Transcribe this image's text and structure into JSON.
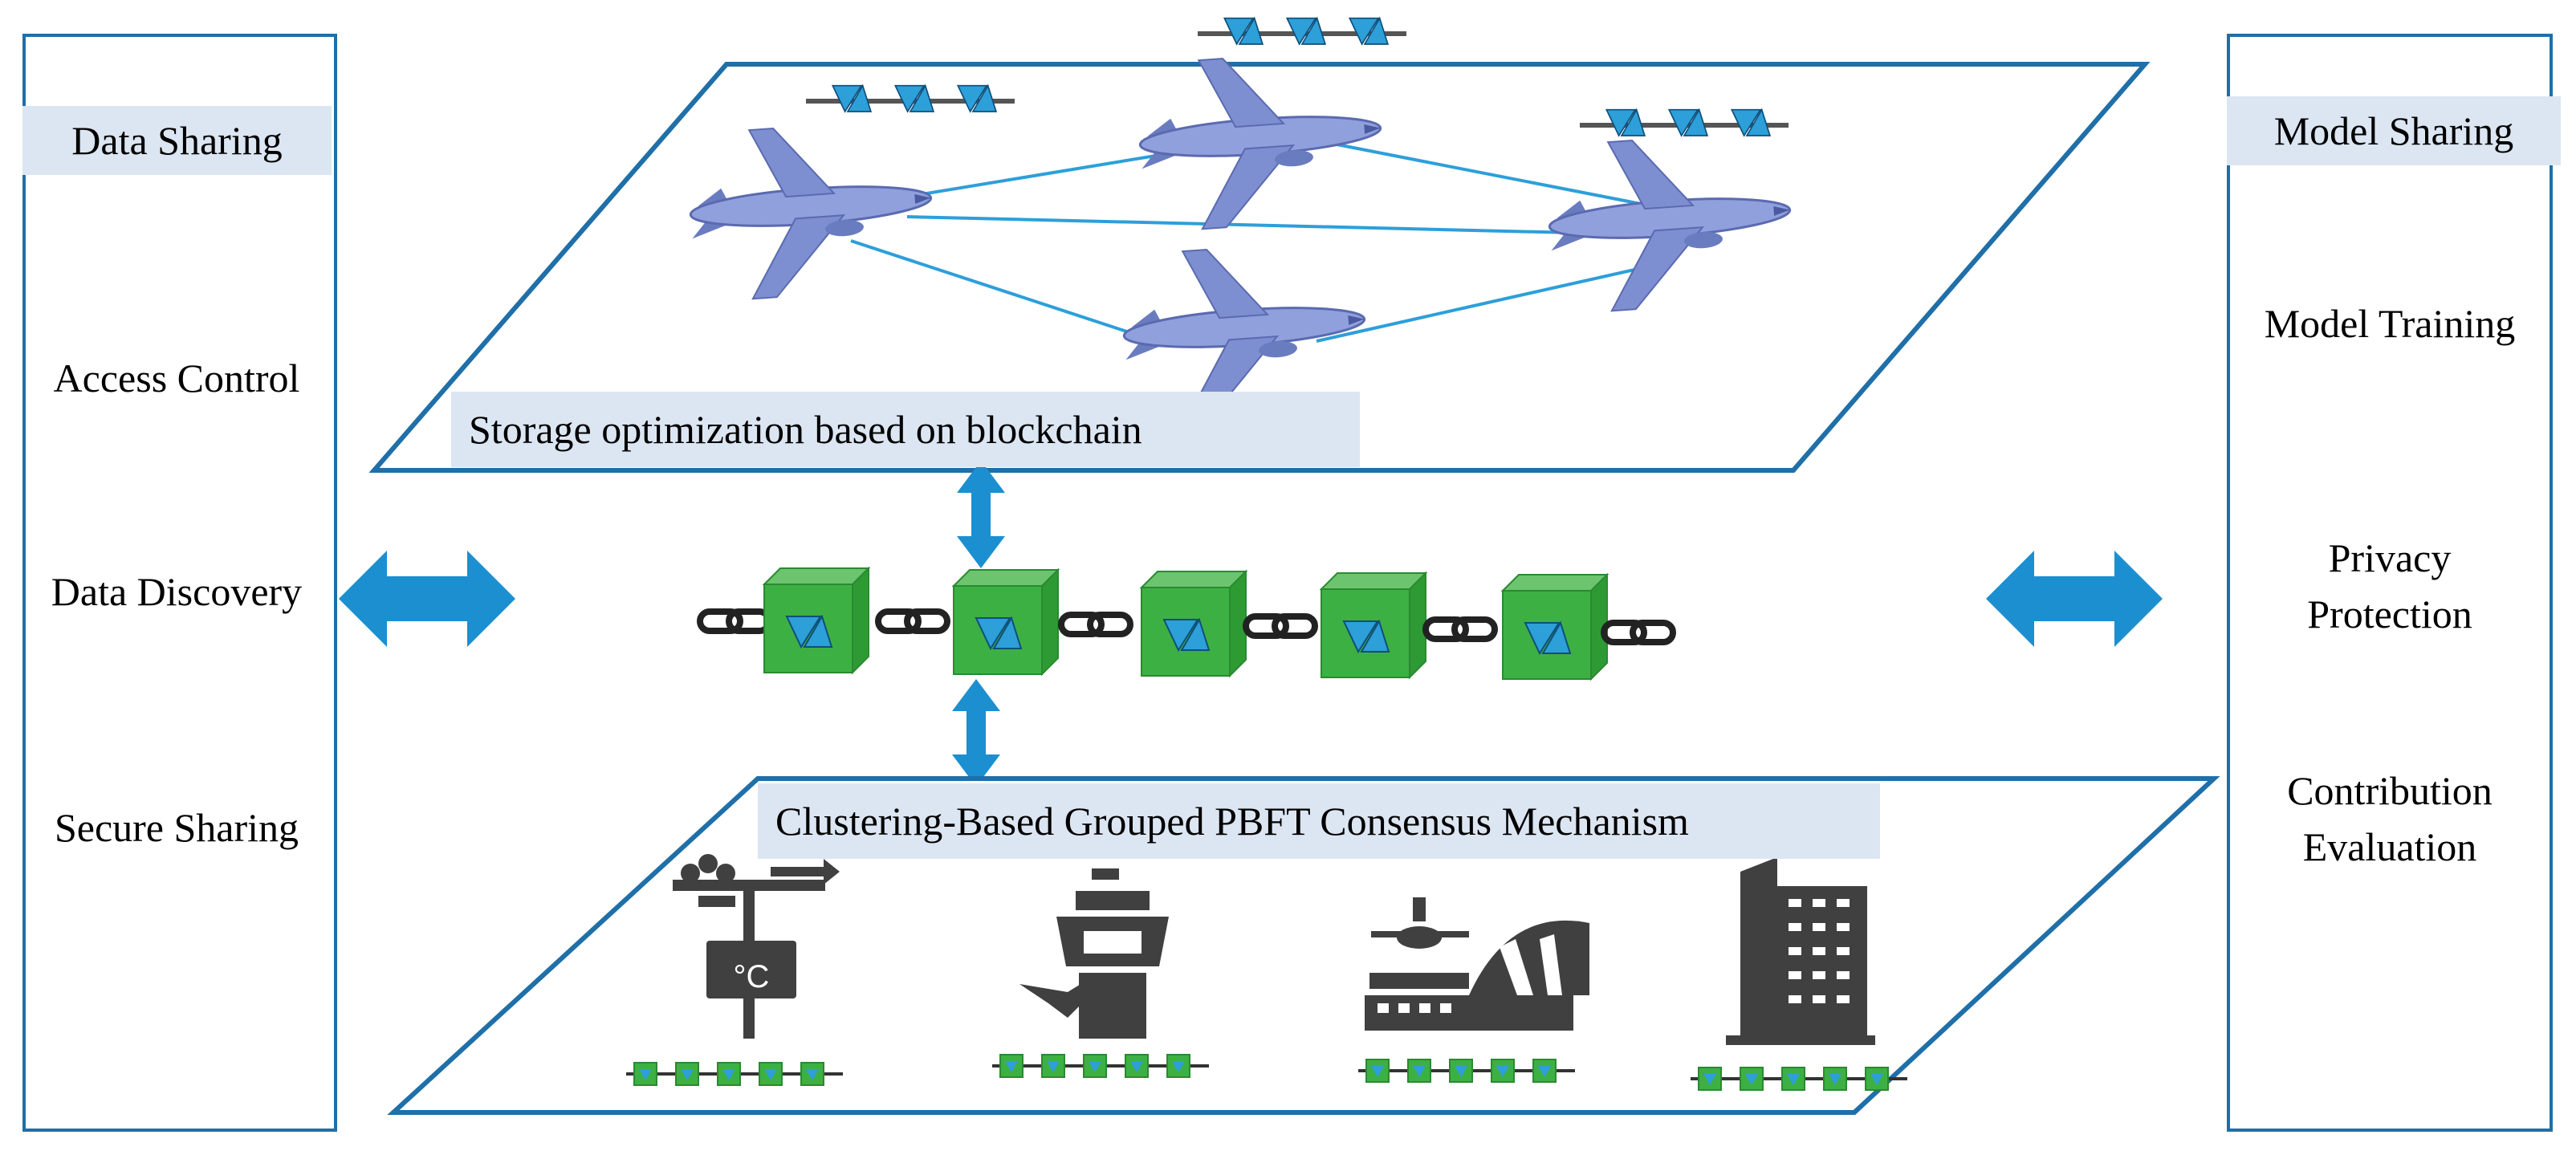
{
  "left_panel": {
    "title": "Data Sharing",
    "items": [
      "Access Control",
      "Data Discovery",
      "Secure Sharing"
    ]
  },
  "right_panel": {
    "title": "Model Sharing",
    "items": [
      "Model Training",
      "Privacy\nProtection",
      "Contribution\nEvaluation"
    ]
  },
  "top_plane": {
    "label": "Storage optimization based on blockchain"
  },
  "bottom_plane": {
    "label": "Clustering-Based Grouped PBFT Consensus Mechanism"
  },
  "colors": {
    "panel_border": "#1f6fa8",
    "label_bg": "#dce6f2",
    "arrow": "#1b8fd0",
    "block_green": "#3db043",
    "block_green_dark": "#2a8a30",
    "block_logo": "#2d9fd9",
    "icon_gray": "#404040",
    "airplane": "#7d8fd0"
  },
  "icons": {
    "airplanes": [
      "airplane-icon",
      "airplane-icon",
      "airplane-icon",
      "airplane-icon"
    ],
    "ground": [
      "weather-station-icon",
      "control-tower-icon",
      "airport-terminal-icon",
      "office-building-icon"
    ],
    "main_chain_blocks": 5
  }
}
